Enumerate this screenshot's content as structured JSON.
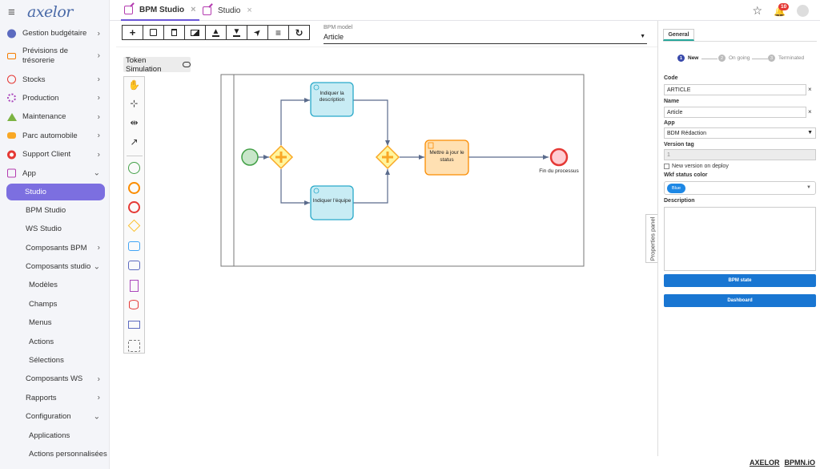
{
  "brand": {
    "logo": "axelor"
  },
  "sidebar": {
    "items": [
      {
        "label": "Gestion budgétaire",
        "icon": "pie-chart-icon",
        "color": "#5c6bc0",
        "chevron": "right"
      },
      {
        "label": "Prévisions de trésorerie",
        "icon": "cash-icon",
        "color": "#f57c00",
        "chevron": "right"
      },
      {
        "label": "Stocks",
        "icon": "boxes-icon",
        "color": "#e53935",
        "chevron": "right"
      },
      {
        "label": "Production",
        "icon": "gear-icon",
        "color": "#ab47bc",
        "chevron": "right"
      },
      {
        "label": "Maintenance",
        "icon": "recycle-icon",
        "color": "#7cb342",
        "chevron": "right"
      },
      {
        "label": "Parc automobile",
        "icon": "car-icon",
        "color": "#f9a825",
        "chevron": "right"
      },
      {
        "label": "Support Client",
        "icon": "lifebuoy-icon",
        "color": "#e53935",
        "chevron": "right"
      },
      {
        "label": "App",
        "icon": "edit-icon",
        "color": "#b43bb0",
        "chevron": "down"
      }
    ],
    "sub_items": [
      {
        "label": "Studio",
        "level": 1,
        "active": true
      },
      {
        "label": "BPM Studio",
        "level": 1
      },
      {
        "label": "WS Studio",
        "level": 1
      },
      {
        "label": "Composants BPM",
        "level": 1,
        "chevron": "right"
      },
      {
        "label": "Composants studio",
        "level": 1,
        "chevron": "down"
      },
      {
        "label": "Modèles",
        "level": 2
      },
      {
        "label": "Champs",
        "level": 2
      },
      {
        "label": "Menus",
        "level": 2
      },
      {
        "label": "Actions",
        "level": 2
      },
      {
        "label": "Sélections",
        "level": 2
      },
      {
        "label": "Composants WS",
        "level": 1,
        "chevron": "right"
      },
      {
        "label": "Rapports",
        "level": 1,
        "chevron": "right"
      },
      {
        "label": "Configuration",
        "level": 1,
        "chevron": "down"
      },
      {
        "label": "Applications",
        "level": 2
      },
      {
        "label": "Actions personnalisées",
        "level": 2
      }
    ]
  },
  "tabs": [
    {
      "label": "BPM Studio",
      "active": true
    },
    {
      "label": "Studio",
      "active": false
    }
  ],
  "header": {
    "notification_count": "10"
  },
  "toolbar": {
    "buttons": [
      "add-icon",
      "save-icon",
      "delete-icon",
      "image-icon",
      "upload-icon",
      "download-icon",
      "deploy-icon",
      "menu-icon",
      "refresh-icon"
    ]
  },
  "bpm_model": {
    "label": "BPM model",
    "value": "Article"
  },
  "token_simulation": {
    "label": "Token Simulation"
  },
  "diagram": {
    "task1": "Indiquer la description",
    "task2": "Indiquer l'équipe",
    "task3": "Mettre à jour le status",
    "end_label": "Fin du processus"
  },
  "properties": {
    "handle_label": "Properties panel",
    "tab": "General",
    "steps": [
      {
        "num": "1",
        "label": "New",
        "active": true
      },
      {
        "num": "2",
        "label": "On going",
        "active": false
      },
      {
        "num": "3",
        "label": "Terminated",
        "active": false
      }
    ],
    "code": {
      "label": "Code",
      "value": "ARTICLE"
    },
    "name": {
      "label": "Name",
      "value": "Article"
    },
    "app": {
      "label": "App",
      "value": "BDM Rédaction"
    },
    "version_tag": {
      "label": "Version tag",
      "value": "1"
    },
    "new_version": {
      "label": "New version on deploy"
    },
    "wkf_color": {
      "label": "Wkf status color",
      "value": "Blue"
    },
    "description": {
      "label": "Description"
    },
    "bpm_state_btn": "BPM state",
    "dashboard_btn": "Dashboard",
    "clear_symbol": "×"
  },
  "footer": {
    "brand1": "AXELOR",
    "brand2": "BPMN.iO"
  }
}
